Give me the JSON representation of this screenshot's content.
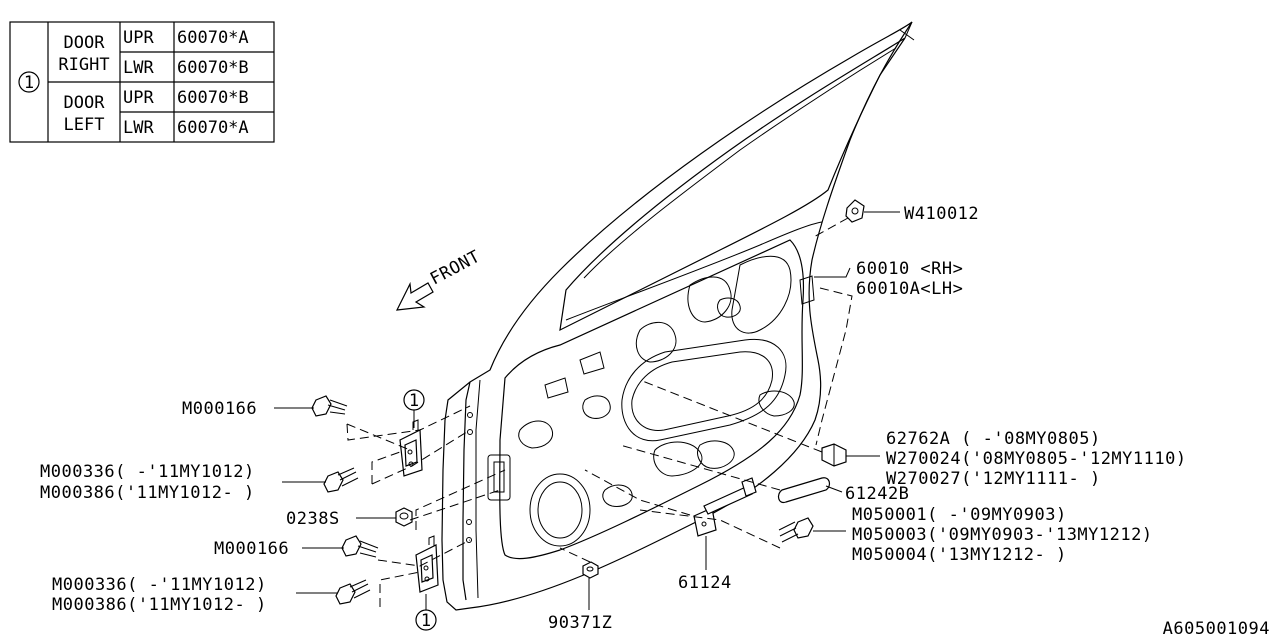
{
  "legend_table": {
    "ref_marker": "1",
    "rows": [
      {
        "door": "DOOR RIGHT",
        "door_line1": "DOOR",
        "door_line2": "RIGHT",
        "entries": [
          {
            "pos": "UPR",
            "part": "60070*A"
          },
          {
            "pos": "LWR",
            "part": "60070*B"
          }
        ]
      },
      {
        "door": "DOOR LEFT",
        "door_line1": "DOOR",
        "door_line2": "LEFT",
        "entries": [
          {
            "pos": "UPR",
            "part": "60070*B"
          },
          {
            "pos": "LWR",
            "part": "60070*A"
          }
        ]
      }
    ]
  },
  "front_label": "FRONT",
  "callouts": {
    "w410012": "W410012",
    "door_rh": "60010 <RH>",
    "door_lh": "60010A<LH>",
    "m000166_upper": "M000166",
    "m000336_upper": "M000336( -'11MY1012)",
    "m000386_upper": "M000386('11MY1012- )",
    "s0238": "0238S",
    "m000166_lower": "M000166",
    "m000336_lower": "M000336( -'11MY1012)",
    "m000386_lower": "M000386('11MY1012- )",
    "p90371z": "90371Z",
    "p61124": "61124",
    "p62762a": "62762A ( -'08MY0805)",
    "w270024": "W270024('08MY0805-'12MY1110)",
    "w270027": "W270027('12MY1111- )",
    "p61242b": "61242B",
    "m050001": "M050001( -'09MY0903)",
    "m050003": "M050003('09MY0903-'13MY1212)",
    "m050004": "M050004('13MY1212- )",
    "hinge_ref_upper": "1",
    "hinge_ref_lower": "1"
  },
  "diagram_id": "A605001094"
}
